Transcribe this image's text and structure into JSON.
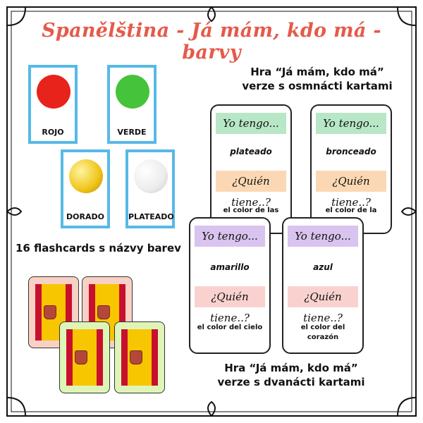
{
  "title": "Spanělština - Já mám, kdo má - barvy",
  "subheading_18": [
    "Hra “Já mám, kdo má”",
    "verze s osmnácti kartami"
  ],
  "subheading_12": [
    "Hra “Já mám, kdo má”",
    "verze s dvanácti kartami"
  ],
  "flashcards_caption": "16 flashcards s názvy barev",
  "flashcards": [
    {
      "label": "ROJO",
      "color": "#e8231b"
    },
    {
      "label": "VERDE",
      "color": "#45c33a"
    },
    {
      "label": "DORADO",
      "color": "#f0c419"
    },
    {
      "label": "PLATEADO",
      "color": "#f2f2f2"
    }
  ],
  "game_cards": [
    {
      "tengo": "Yo tengo...",
      "word": "plateado",
      "quien": "¿Quién tiene..?",
      "clue": "el color de las",
      "band_color": "#b8e7c6",
      "quien_color": "#fbd8b3"
    },
    {
      "tengo": "Yo tengo...",
      "word": "bronceado",
      "quien": "¿Quién tiene..?",
      "clue": "el color de la",
      "band_color": "#b8e7c6",
      "quien_color": "#fbd8b3"
    },
    {
      "tengo": "Yo tengo...",
      "word": "amarillo",
      "quien": "¿Quién tiene..?",
      "clue": "el color del cielo",
      "band_color": "#d9c3ef",
      "quien_color": "#f9d2cf"
    },
    {
      "tengo": "Yo tengo...",
      "word": "azul",
      "quien": "¿Quién tiene..?",
      "clue": "el color del corazón",
      "band_color": "#d9c3ef",
      "quien_color": "#f9d2cf"
    }
  ],
  "flag_cards": [
    {
      "bg": "#f8d1c4"
    },
    {
      "bg": "#f8d1c4"
    },
    {
      "bg": "#dff5b8"
    },
    {
      "bg": "#dff5b8"
    }
  ]
}
